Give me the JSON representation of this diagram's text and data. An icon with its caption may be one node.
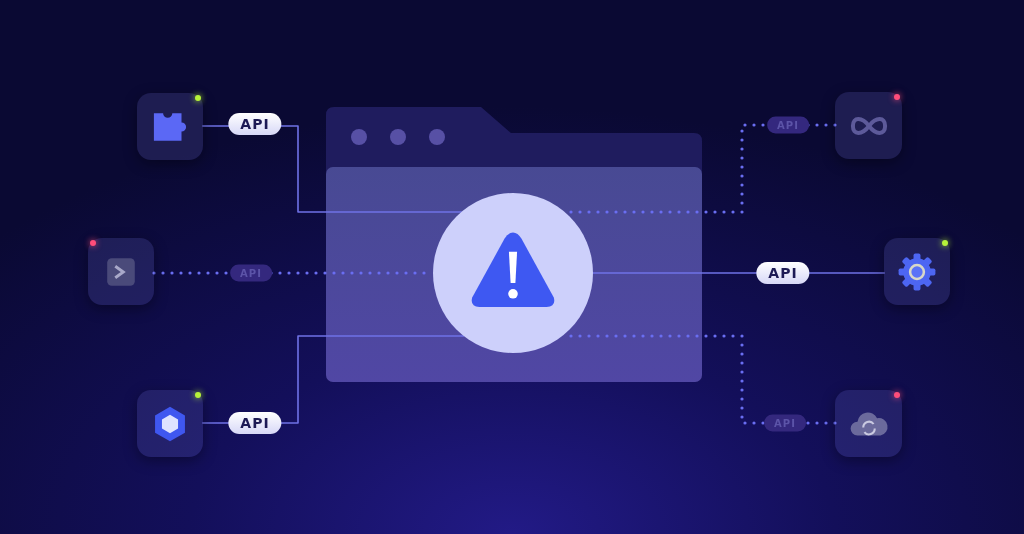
{
  "diagram": {
    "nodes": [
      {
        "text": [],
        "shape": "box"
      },
      {
        "text": [],
        "shape": "circle",
        "in": 0
      },
      {
        "text": [],
        "shape": "box"
      },
      {
        "text": [],
        "shape": "box"
      },
      {
        "text": [],
        "shape": "box"
      },
      {
        "text": [],
        "shape": "box"
      },
      {
        "text": [],
        "shape": "box"
      },
      {
        "text": [],
        "shape": "box"
      }
    ],
    "edges": [
      {
        "from": 2,
        "to": 1,
        "arrow": "none",
        "label": "API"
      },
      {
        "from": 3,
        "to": 1,
        "arrow": "none",
        "label": "API",
        "style": "dashed"
      },
      {
        "from": 4,
        "to": 1,
        "arrow": "none",
        "label": "API",
        "style": "dashed"
      },
      {
        "from": 5,
        "to": 1,
        "arrow": "none",
        "label": "API"
      },
      {
        "from": 6,
        "to": 1,
        "arrow": "none",
        "label": "API"
      },
      {
        "from": 7,
        "to": 1,
        "arrow": "none",
        "label": "API",
        "style": "dashed"
      }
    ]
  }
}
